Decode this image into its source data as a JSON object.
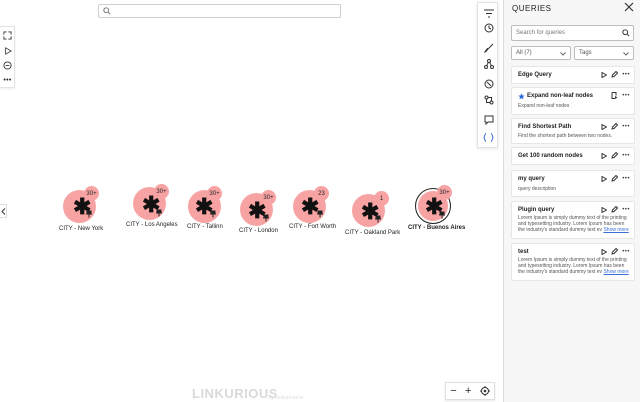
{
  "graph": {
    "search_placeholder": "",
    "nodes": [
      {
        "label": "CITY - New York",
        "badge": "30+"
      },
      {
        "label": "CITY - Los Angeles",
        "badge": "30+"
      },
      {
        "label": "CITY - Tallinn",
        "badge": "30+"
      },
      {
        "label": "CITY - London",
        "badge": "30+"
      },
      {
        "label": "CITY - Fort Worth",
        "badge": "23"
      },
      {
        "label": "CITY - Oakland Park",
        "badge": "1"
      },
      {
        "label": "CITY - Buenos Aires",
        "badge": "30+",
        "selected": true
      }
    ],
    "node_color": "#f8a3a3",
    "brand": "LINKURIOUS",
    "brand_sub": "By Linkurious.io",
    "zoom": {
      "out": "−",
      "in": "+"
    }
  },
  "panel": {
    "title": "QUERIES",
    "search_placeholder": "Search for queries",
    "filter_all": "All (7)",
    "filter_tags": "Tags",
    "queries": [
      {
        "name": "Edge Query",
        "desc": ""
      },
      {
        "name": "Expand non-leaf nodes",
        "desc": "Expand non-leaf nodes"
      },
      {
        "name": "Find Shortest Path",
        "desc": "Find the shortest path between two nodes."
      },
      {
        "name": "Get 100 random nodes",
        "desc": ""
      },
      {
        "name": "my query",
        "desc": "query description"
      },
      {
        "name": "Plugin query",
        "desc": "Lorem Ipsum is simply dummy text of the printing and typesetting industry. Lorem Ipsum has been the industry's standard dummy text ev",
        "show_more": "Show more"
      },
      {
        "name": "test",
        "desc": "Lorem Ipsum is simply dummy text of the printing and typesetting industry. Lorem Ipsum has been the industry's standard dummy text ev",
        "show_more": "Show more"
      }
    ],
    "more_label": "•••"
  },
  "colors": {
    "accent": "#3a6fd8",
    "star_blue": "#2f6bd7"
  }
}
